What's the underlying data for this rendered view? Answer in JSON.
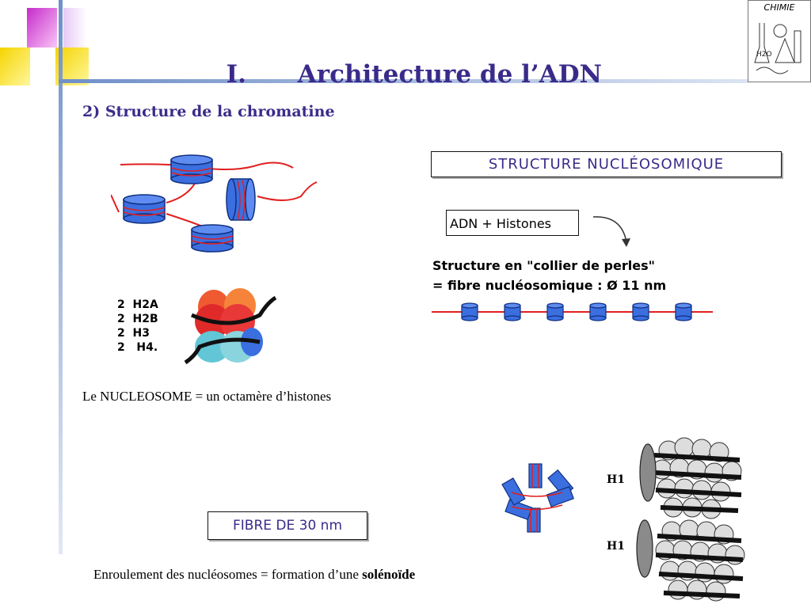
{
  "header": {
    "title_number": "I.",
    "title_text": "Architecture de l’ADN",
    "logo_label": "CHIMIE"
  },
  "section": {
    "subtitle": "2) Structure de la chromatine"
  },
  "right_panel": {
    "structure_box": "STRUCTURE  NUCLÉOSOMIQUE",
    "adn_box": "ADN + Histones",
    "collier_line1": "Structure en \"collier de perles\"",
    "collier_line2": "= fibre nucléosomique : Ø 11 nm"
  },
  "histones": {
    "items": [
      "2  H2A",
      "2  H2B",
      "2  H3",
      "2   H4."
    ]
  },
  "nucleosome_caption": "Le NUCLEOSOME = un octamère d’histones",
  "fibre_box": "FIBRE DE 30 nm",
  "solenoid": {
    "h1_label_top": "H1",
    "h1_label_bottom": "H1",
    "caption_text": "Enroulement des nucléosomes = formation d’une ",
    "caption_bold": "solénoïde"
  },
  "colors": {
    "title": "#3a2b8a",
    "nucleosome_fill": "#3b6fe0",
    "dna_red": "#e02020",
    "square_yellow": "#f7e21a",
    "square_magenta": "#d23ad0"
  }
}
